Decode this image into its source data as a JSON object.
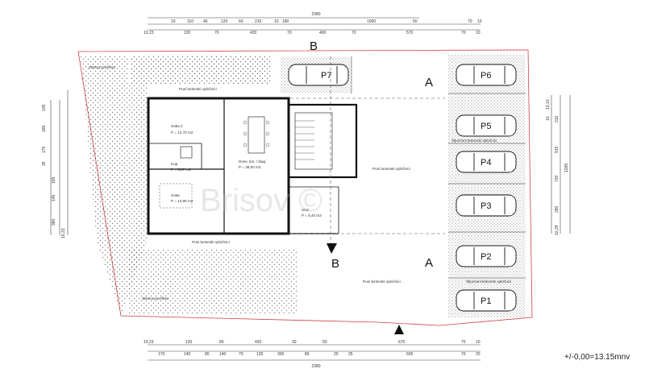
{
  "drawing": {
    "elevation_note": "+/-0,00=13.15mnv",
    "watermark": "Brisov ©",
    "section_marks": [
      "A",
      "B"
    ]
  },
  "dimensions": {
    "top_total": "2380",
    "top_row1": [
      "10",
      "110",
      "40",
      "120",
      "60",
      "210",
      "10",
      "180",
      "1090",
      "50",
      "70",
      "10"
    ],
    "top_row2": [
      "10,23",
      "220",
      "70",
      "420",
      "70",
      "400",
      "70",
      "570",
      "70",
      "10"
    ],
    "bottom_row1": [
      "10,23",
      "120",
      "80",
      "420",
      "30",
      "50",
      "670",
      "70",
      "10"
    ],
    "bottom_row2": [
      "170",
      "140",
      "80",
      "140",
      "70",
      "130",
      "300",
      "80",
      "20",
      "25",
      "605",
      "70",
      "20"
    ],
    "bottom_total": "2380",
    "left_dims": [
      "105",
      "185",
      "175",
      "35",
      "165",
      "145",
      "380",
      "10,23"
    ],
    "right_dims": [
      "13,10",
      "10",
      "210",
      "915",
      "720",
      "280",
      "10,29",
      "1285"
    ]
  },
  "labels": {
    "green_top": "Zelena površina",
    "green_bottom": "Zelena površina",
    "paving_top": "Puni betonski opločnici",
    "paving_center": "Puni betonski opločnici",
    "paving_left": "Puni betonski opločnici",
    "paving_bottom": "Puni betonski opločnici",
    "grass_parking_1": "Šljunčani betonski opločnici",
    "grass_parking_2": "Šljunčani betonski opločnici"
  },
  "rooms": [
    {
      "name": "Soba 2",
      "detail": "P = 12,70 m2"
    },
    {
      "name": "Kup.",
      "detail": "P = 5,87 m2"
    },
    {
      "name": "Dnev. bor. / blag.",
      "detail": "P = 38,60 m2"
    },
    {
      "name": "Soba",
      "detail": "P = 13,95 m2"
    },
    {
      "name": "Ulaz",
      "detail": "P = 8,40 m2"
    }
  ],
  "parking": [
    "P7",
    "P6",
    "P5",
    "P4",
    "P3",
    "P2",
    "P1"
  ]
}
